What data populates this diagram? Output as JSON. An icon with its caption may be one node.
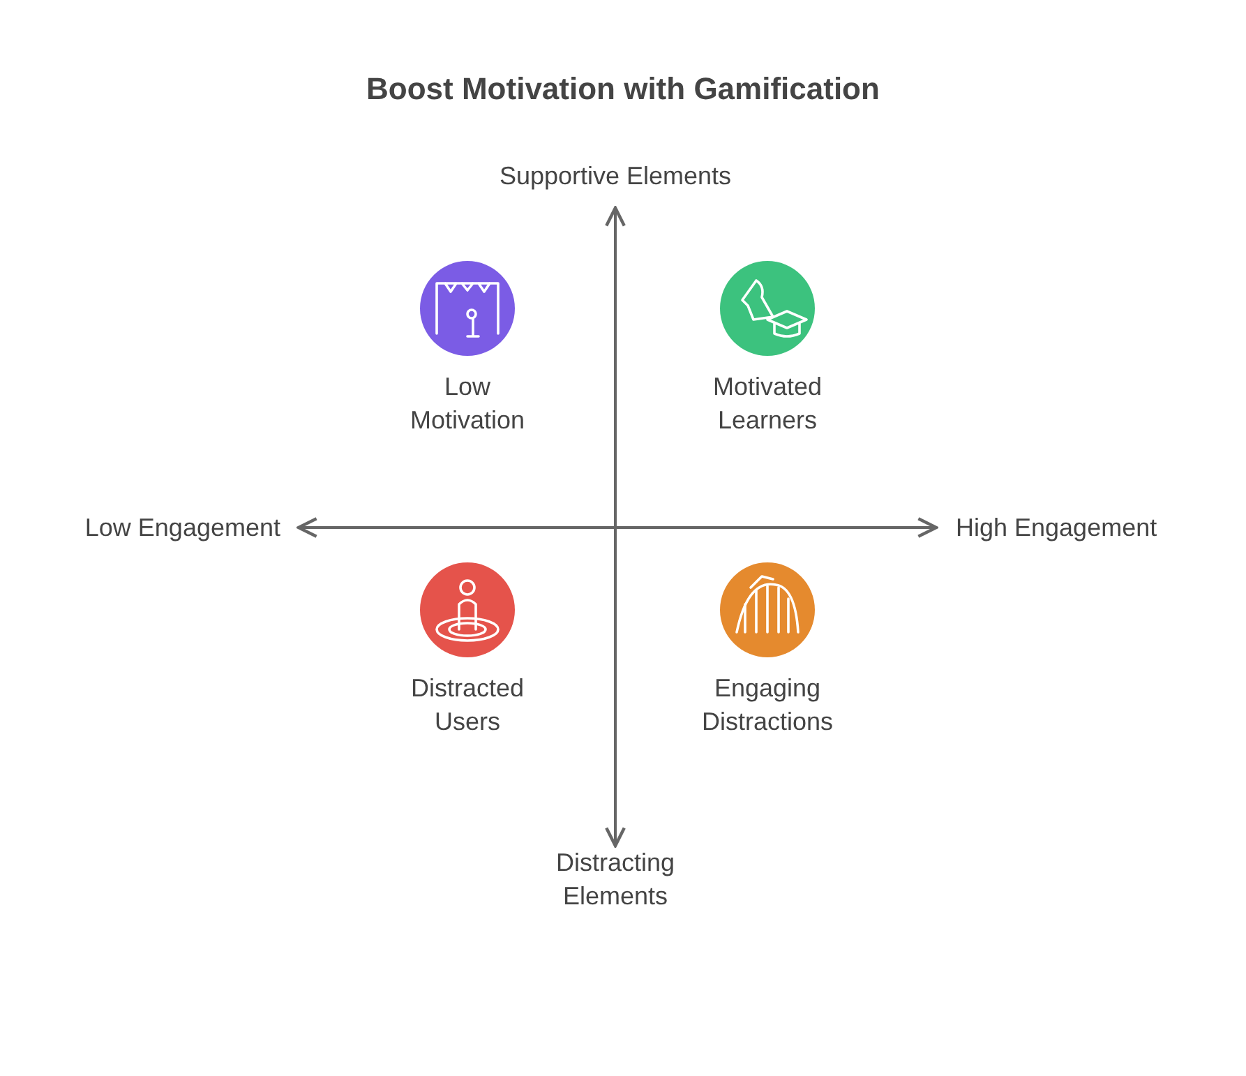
{
  "diagram": {
    "title": "Boost Motivation with Gamification",
    "nodes": [
      {
        "text": [
          "Low Motivation"
        ]
      },
      {
        "text": [
          "Motivated Learners"
        ]
      },
      {
        "text": [
          "Distracted Users"
        ]
      },
      {
        "text": [
          "Engaging Distractions"
        ]
      }
    ],
    "labels": [
      "Supportive Elements",
      "Low Engagement",
      "High Engagement",
      "Distracting Elements"
    ]
  }
}
